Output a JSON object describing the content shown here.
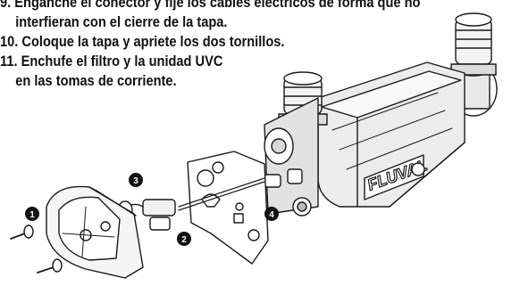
{
  "instructions": [
    {
      "number": "9.",
      "lines": [
        "Enganche el conector y fije los cables eléctricos de forma que no",
        "interfieran con el cierre de la tapa."
      ]
    },
    {
      "number": "10.",
      "lines": [
        "Coloque la tapa y apriete los dos tornillos."
      ]
    },
    {
      "number": "11.",
      "lines": [
        "Enchufe el filtro y la unidad UVC",
        "en las tomas de corriente."
      ]
    }
  ],
  "callouts": [
    "1",
    "2",
    "3",
    "4"
  ],
  "brand_logo": "FLUVAL",
  "colors": {
    "ink": "#111111",
    "callout_fill": "#111111",
    "body_shading": "#dcdcdc"
  }
}
